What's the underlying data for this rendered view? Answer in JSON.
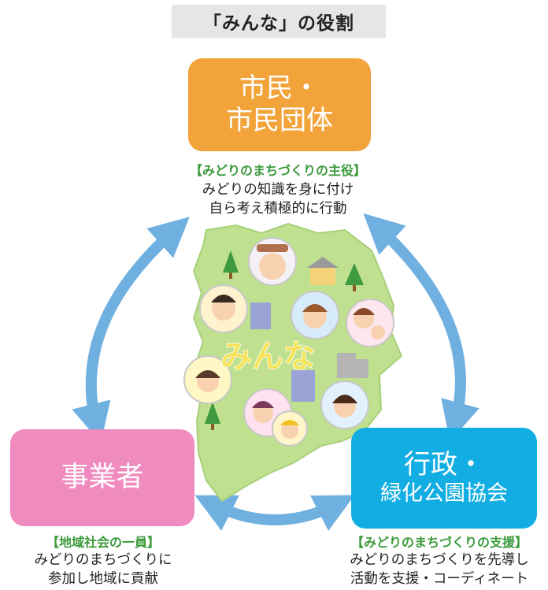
{
  "title": "「みんな」の役割",
  "center_label": "みんな",
  "nodes": {
    "citizens": {
      "label_lines": [
        "市民・",
        "市民団体"
      ],
      "role": "【みどりのまちづくりの主役】",
      "desc_lines": [
        "みどりの知識を身に付け",
        "自ら考え積極的に行動"
      ]
    },
    "business": {
      "label_lines": [
        "事業者"
      ],
      "role": "【地域社会の一員】",
      "desc_lines": [
        "みどりのまちづくりに",
        "参加し地域に貢献"
      ]
    },
    "administration": {
      "label_lines": [
        "行政・",
        "緑化公園協会"
      ],
      "role": "【みどりのまちづくりの支援】",
      "desc_lines": [
        "みどりのまちづくりを先導し",
        "活動を支援・コーディネート"
      ]
    }
  },
  "colors": {
    "citizens": "#f2a33a",
    "business": "#ef8bbf",
    "administration": "#12aee3",
    "arrow": "#6fb0e0",
    "role_text": "#3b9a3b",
    "map": "#bfe08f",
    "title_bg": "#e6e6e6"
  }
}
